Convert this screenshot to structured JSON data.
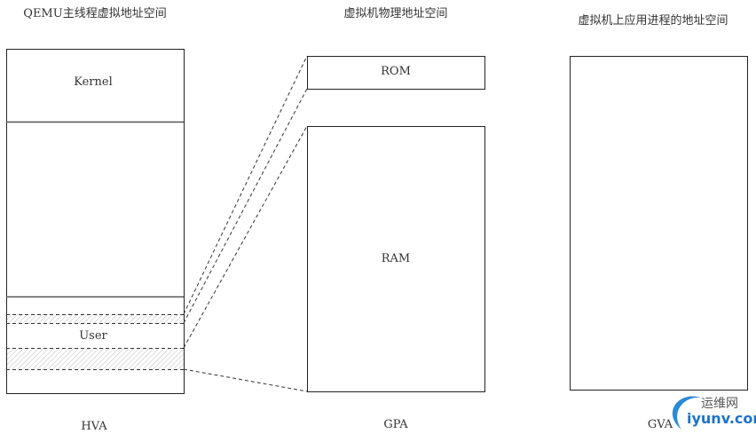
{
  "titles": {
    "hva": "QEMU主线程虚拟地址空间",
    "gpa": "虚拟机物理地址空间",
    "gva": "虚拟机上应用进程的地址空间"
  },
  "hva_box": {
    "kernel": "Kernel",
    "user": "User"
  },
  "gpa_box": {
    "rom": "ROM",
    "ram": "RAM"
  },
  "labels": {
    "hva": "HVA",
    "gpa": "GPA",
    "gva": "GVA"
  },
  "watermark": {
    "cn": "运维网",
    "en": "iyunv.com"
  }
}
